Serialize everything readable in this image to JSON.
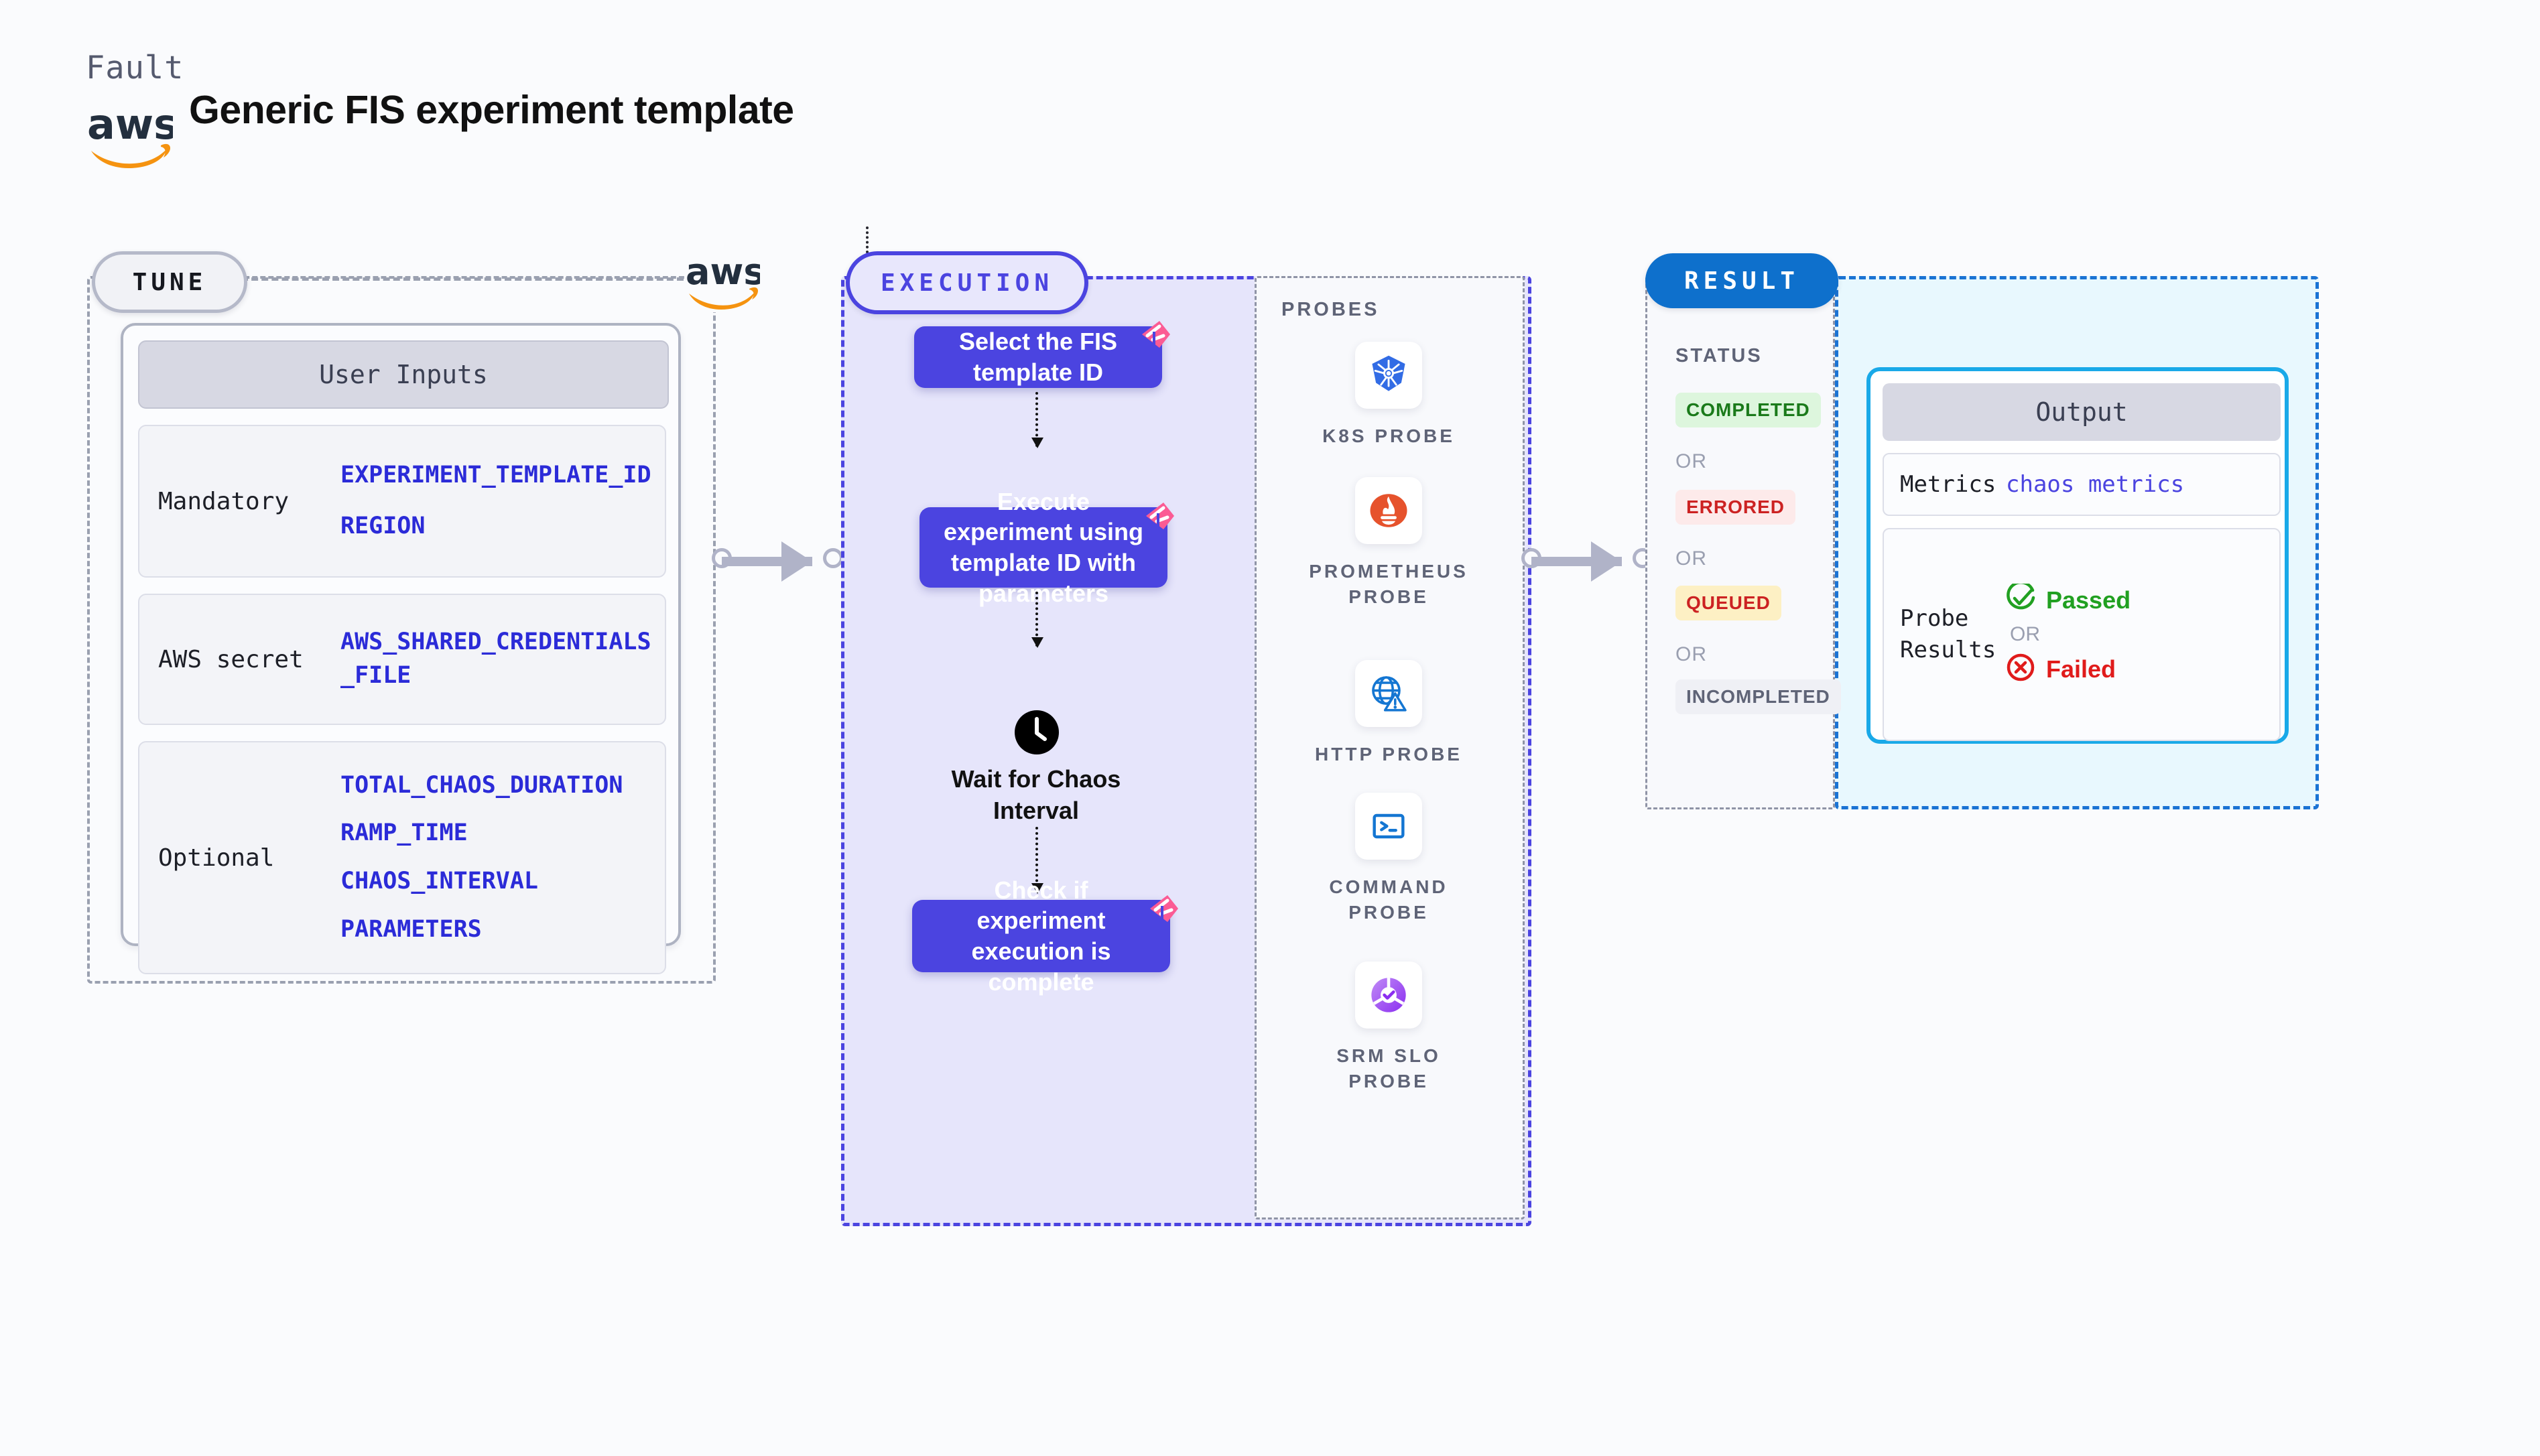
{
  "header": {
    "eyebrow": "Fault",
    "title": "Generic FIS experiment template",
    "aws_logo": "aws-logo"
  },
  "tune": {
    "badge": "TUNE",
    "aws_logo": "aws-logo",
    "card_title": "User Inputs",
    "groups": [
      {
        "label": "Mandatory",
        "values": [
          "EXPERIMENT_TEMPLATE_ID",
          "REGION"
        ]
      },
      {
        "label": "AWS secret",
        "values": [
          "AWS_SHARED_CREDENTIALS",
          "_FILE"
        ]
      },
      {
        "label": "Optional",
        "values": [
          "TOTAL_CHAOS_DURATION",
          "RAMP_TIME",
          "CHAOS_INTERVAL",
          "PARAMETERS"
        ]
      }
    ]
  },
  "execution": {
    "badge": "EXECUTION",
    "steps": [
      {
        "text": "Select the FIS template ID",
        "icon": "litmus-logo-icon"
      },
      {
        "text": "Execute experiment using template ID with parameters",
        "icon": "litmus-logo-icon"
      },
      {
        "text": "Check if experiment execution is complete",
        "icon": "litmus-logo-icon"
      }
    ],
    "wait_step": {
      "icon": "clock-icon",
      "text": "Wait for Chaos Interval"
    }
  },
  "probes": {
    "title": "PROBES",
    "items": [
      {
        "label": "K8S PROBE",
        "icon": "kubernetes-icon"
      },
      {
        "label": "PROMETHEUS PROBE",
        "icon": "prometheus-icon"
      },
      {
        "label": "HTTP PROBE",
        "icon": "globe-warning-icon"
      },
      {
        "label": "COMMAND PROBE",
        "icon": "terminal-icon"
      },
      {
        "label": "SRM SLO PROBE",
        "icon": "srm-slo-icon"
      }
    ]
  },
  "result": {
    "badge": "RESULT",
    "status_title": "STATUS",
    "or_text": "OR",
    "statuses": [
      {
        "label": "COMPLETED",
        "bg": "#ddf6dd",
        "fg": "#1a7a1a"
      },
      {
        "label": "ERRORED",
        "bg": "#fdeaea",
        "fg": "#cc2222"
      },
      {
        "label": "QUEUED",
        "bg": "#fdf0c4",
        "fg": "#cc2222"
      },
      {
        "label": "INCOMPLETED",
        "bg": "#eff0f5",
        "fg": "#5f6477"
      }
    ],
    "output": {
      "title": "Output",
      "metrics_label": "Metrics",
      "metrics_value": "chaos metrics",
      "probe_label": "Probe Results",
      "passed": {
        "text": "Passed",
        "icon": "check-circle-icon",
        "color": "#21a021"
      },
      "or_text": "OR",
      "failed": {
        "text": "Failed",
        "icon": "x-circle-icon",
        "color": "#e01b1b"
      }
    }
  },
  "colors": {
    "accent_purple": "#4b44e0",
    "accent_blue": "#0e70cc",
    "accent_cyan": "#19a9e8",
    "litmus_pink": "#fb5b94",
    "aws_orange": "#f59310",
    "canvas": "#fafbfd"
  }
}
